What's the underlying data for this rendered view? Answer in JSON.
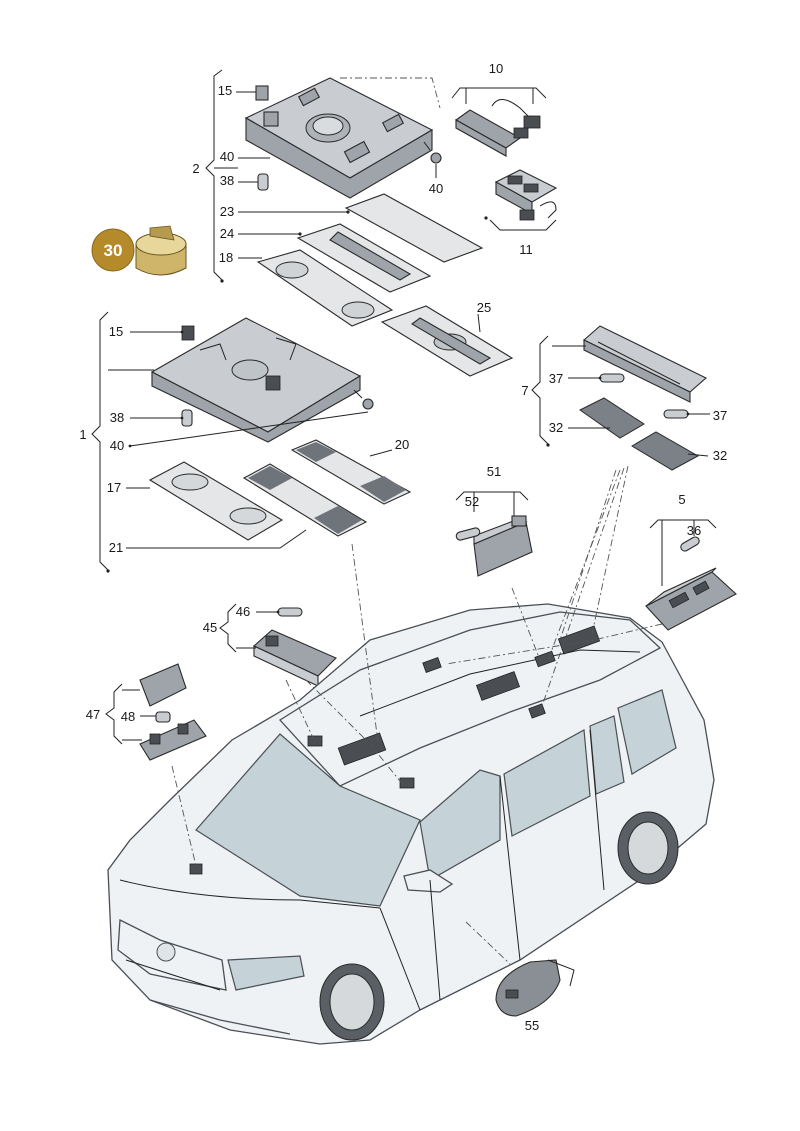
{
  "badge": {
    "number": "30",
    "color": "#b58a2a"
  },
  "labels": {
    "l1": "1",
    "l2": "2",
    "l5": "5",
    "l7": "7",
    "l10": "10",
    "l11": "11",
    "l15a": "15",
    "l15b": "15",
    "l17": "17",
    "l18": "18",
    "l20": "20",
    "l21": "21",
    "l23": "23",
    "l24": "24",
    "l25": "25",
    "l32a": "32",
    "l32b": "32",
    "l36": "36",
    "l37a": "37",
    "l37b": "37",
    "l38a": "38",
    "l38b": "38",
    "l40a": "40",
    "l40b": "40",
    "l40c": "40",
    "l45": "45",
    "l46": "46",
    "l47": "47",
    "l48": "48",
    "l51": "51",
    "l52": "52",
    "l55": "55"
  },
  "colors": {
    "line": "#222222",
    "part": "#c9ccd0",
    "car": "#eef2f4",
    "glass": "#c5d2d8"
  }
}
